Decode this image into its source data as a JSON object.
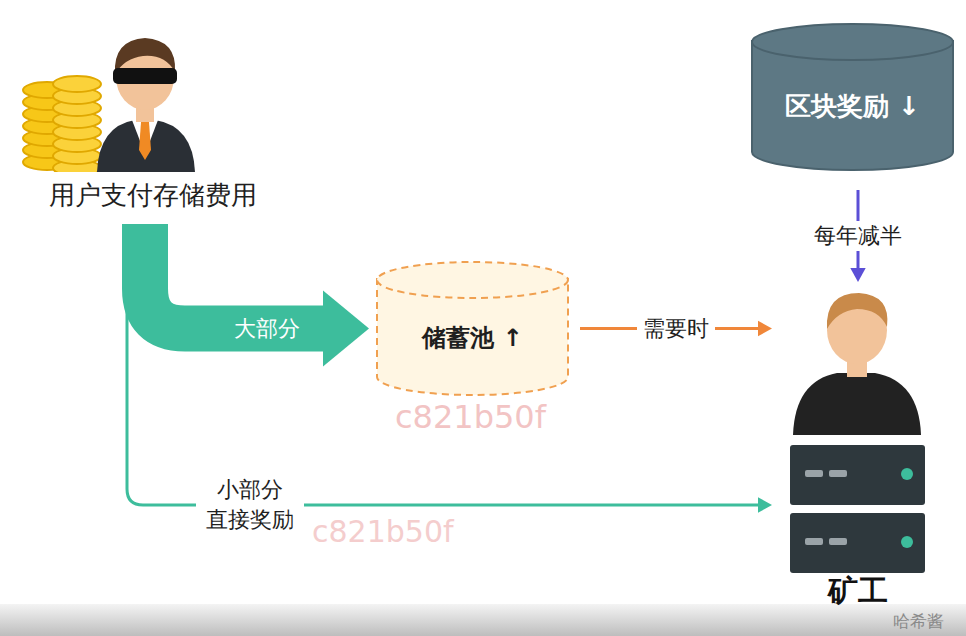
{
  "diagram": {
    "nodes": [
      {
        "text": [
          "用户支付存储费用"
        ]
      },
      {
        "text": [
          "区块奖励 ↓"
        ]
      },
      {
        "text": [
          "储蓄池 ↑"
        ]
      },
      {
        "text": [
          "矿工"
        ]
      }
    ],
    "edges": [
      {
        "from": 0,
        "to": 2,
        "label": "大部分",
        "arrow": "to"
      },
      {
        "from": 2,
        "to": 3,
        "label": "需要时",
        "arrow": "to"
      },
      {
        "from": 1,
        "to": 3,
        "label": "每年减半",
        "arrow": "to"
      },
      {
        "from": 0,
        "to": 3,
        "label": "小部分 直接奖励",
        "arrow": "to"
      }
    ],
    "labels": [
      "c821b50f",
      "c821b50f",
      "哈希酱"
    ]
  }
}
